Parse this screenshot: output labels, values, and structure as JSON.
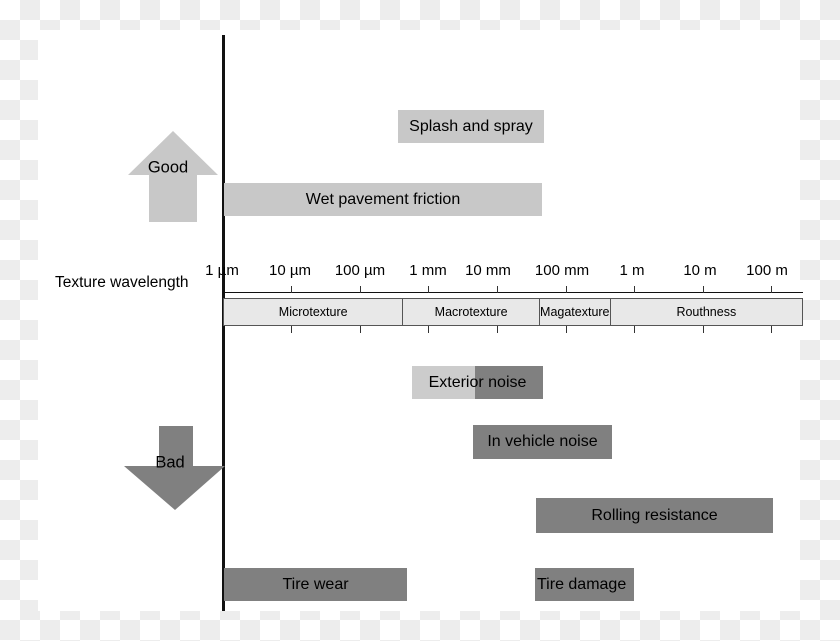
{
  "figure": {
    "axis_caption": "Texture wavelength",
    "arrows": [
      {
        "name": "good",
        "label": "Good",
        "direction": "up",
        "color": "#c8c8c8"
      },
      {
        "name": "bad",
        "label": "Bad",
        "direction": "down",
        "color": "#808080"
      }
    ]
  },
  "chart_data": {
    "type": "bar",
    "title": "",
    "xlabel": "Texture wavelength",
    "ylabel": "",
    "grid": false,
    "legend": "none",
    "x_scale": "log10",
    "x_tick_labels": [
      "1 µm",
      "10 µm",
      "100 µm",
      "1 mm",
      "10 mm",
      "100 mm",
      "1 m",
      "10 m",
      "100 m"
    ],
    "x_tick_values_m": [
      1e-06,
      1e-05,
      0.0001,
      0.001,
      0.01,
      0.1,
      1,
      10,
      100
    ],
    "xlim_labels": [
      "1 µm",
      "100 m"
    ],
    "categories": [
      {
        "label": "Microtexture",
        "from": "1 µm",
        "to": "500 µm"
      },
      {
        "label": "Macrotexture",
        "from": "500 µm",
        "to": "50 mm"
      },
      {
        "label": "Magatexture",
        "from": "50 mm",
        "to": "500 mm"
      },
      {
        "label": "Routhness",
        "from": "500 mm",
        "to": "100 m"
      }
    ],
    "groups": [
      {
        "name": "Good",
        "direction": "up"
      },
      {
        "name": "Bad",
        "direction": "down"
      }
    ],
    "bars": [
      {
        "label": "Splash and spray",
        "group": "Good",
        "side": "above-axis",
        "start_label": "1 mm",
        "end_label": "100 mm",
        "color": "#c8c8c8"
      },
      {
        "label": "Wet pavement friction",
        "group": "Good",
        "side": "above-axis",
        "start_label": "1 µm",
        "end_label": "100 mm",
        "color": "#c8c8c8"
      },
      {
        "label": "Exterior noise",
        "group": "Bad",
        "side": "below-axis",
        "start_label": "1 mm",
        "end_label": "100 mm",
        "color": "#cccccc",
        "second_color": "#808080",
        "split_label": "10 mm"
      },
      {
        "label": "In vehicle noise",
        "group": "Bad",
        "side": "below-axis",
        "start_label": "10 mm",
        "end_label": "1 m",
        "color": "#808080"
      },
      {
        "label": "Rolling resistance",
        "group": "Bad",
        "side": "below-axis",
        "start_label": "100 mm",
        "end_label": "100 m",
        "color": "#808080"
      },
      {
        "label": "Tire damage",
        "group": "Bad",
        "side": "below-axis",
        "start_label": "100 mm",
        "end_label": "1.5 m",
        "color": "#808080"
      },
      {
        "label": "Tire wear",
        "group": "Bad",
        "side": "below-axis",
        "start_label": "1 µm",
        "end_label": "3 mm",
        "color": "#808080"
      }
    ]
  }
}
